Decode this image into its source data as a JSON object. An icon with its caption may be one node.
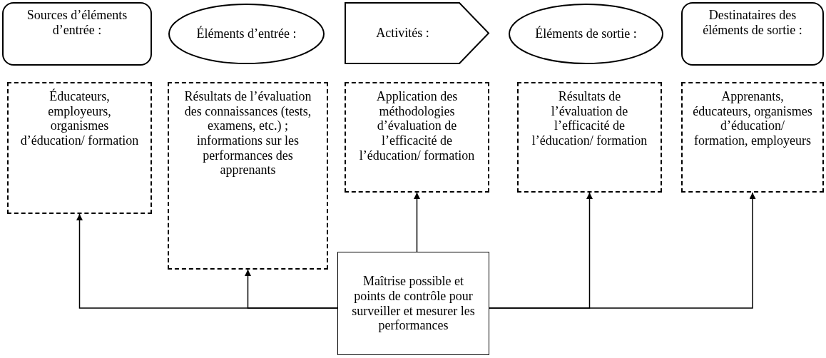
{
  "diagram": {
    "nodes": [
      {
        "text": [
          "Sources d’éléments d’entrée :"
        ]
      },
      {
        "text": [
          "Éléments d’entrée :"
        ]
      },
      {
        "text": [
          "Activités :"
        ]
      },
      {
        "text": [
          "Éléments de sortie :"
        ]
      },
      {
        "text": [
          "Destinataires des éléments de sortie :"
        ]
      },
      {
        "text": [
          "Éducateurs, employeurs, organismes d’éducation/ formation"
        ]
      },
      {
        "text": [
          "Résultats de l’évaluation des connaissances (tests, examens, etc.) ; informations sur les performances des apprenants"
        ]
      },
      {
        "text": [
          "Application des méthodologies d’évaluation de l’efficacité de l’éducation/ formation"
        ]
      },
      {
        "text": [
          "Résultats de l’évaluation de l’efficacité de l’éducation/ formation"
        ]
      },
      {
        "text": [
          "Apprenants, éducateurs, organismes d’éducation/ formation, employeurs"
        ]
      },
      {
        "text": [
          "Maîtrise possible et points de contrôle pour surveiller et mesurer les performances"
        ]
      }
    ],
    "edges": [
      {
        "from": 10,
        "to": 5,
        "arrow": "to"
      },
      {
        "from": 10,
        "to": 6,
        "arrow": "to"
      },
      {
        "from": 10,
        "to": 7,
        "arrow": "to"
      },
      {
        "from": 10,
        "to": 8,
        "arrow": "to"
      },
      {
        "from": 10,
        "to": 9,
        "arrow": "to"
      }
    ]
  }
}
